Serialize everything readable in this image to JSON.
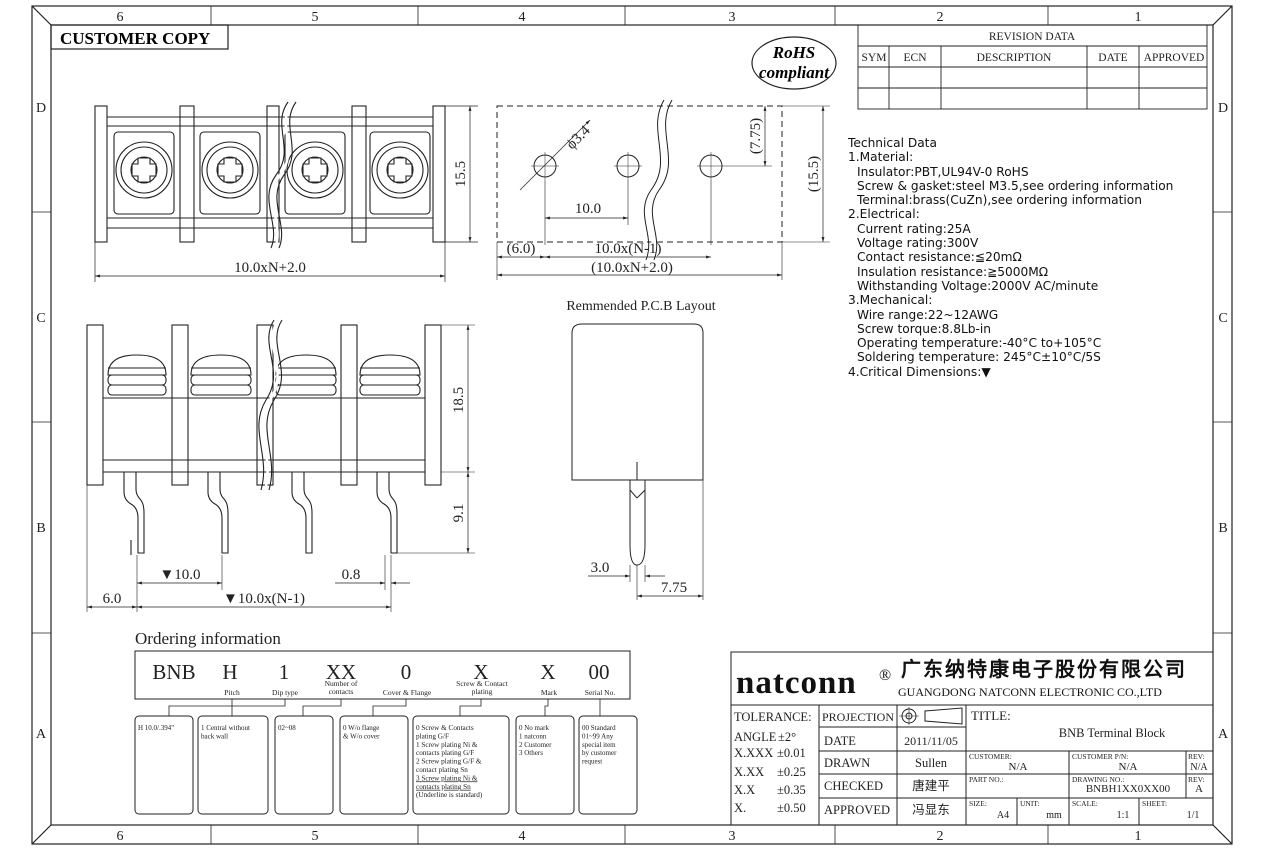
{
  "frame": {
    "zones_top": [
      "6",
      "5",
      "4",
      "3",
      "2",
      "1"
    ],
    "zones_bottom": [
      "6",
      "5",
      "4",
      "3",
      "2",
      "1"
    ],
    "zones_side": [
      "D",
      "C",
      "B",
      "A"
    ]
  },
  "header": {
    "customer_copy": "CUSTOMER COPY",
    "rohs_line1": "RoHS",
    "rohs_line2": "compliant"
  },
  "revision": {
    "title": "REVISION DATA",
    "columns": [
      "SYM",
      "ECN",
      "DESCRIPTION",
      "DATE",
      "APPROVED"
    ]
  },
  "top_view": {
    "dim_height": "15.5",
    "dim_width": "10.0xN+2.0"
  },
  "pcb_top": {
    "dim_hole": "ϕ3.4",
    "dim_pitch": "10.0",
    "dim_half": "(7.75)",
    "dim_height": "(15.5)",
    "dim_edge": "(6.0)",
    "dim_span": "10.0x(N-1)",
    "dim_total": "(10.0xN+2.0)"
  },
  "pcb_layout": {
    "title": "Remmended P.C.B Layout",
    "dim_pin": "3.0",
    "dim_offset": "7.75"
  },
  "front_view": {
    "dim_height": "18.5",
    "dim_pin_len": "9.1",
    "dim_pitch": "▼10.0",
    "dim_pin_w": "0.8",
    "dim_edge": "6.0",
    "dim_span": "▼10.0x(N-1)"
  },
  "technical": {
    "lines": [
      {
        "text": "Technical Data",
        "indent": false
      },
      {
        "text": "1.Material:",
        "indent": false
      },
      {
        "text": "Insulator:PBT,UL94V-0 RoHS",
        "indent": true
      },
      {
        "text": "Screw & gasket:steel M3.5,see ordering information",
        "indent": true
      },
      {
        "text": "Terminal:brass(CuZn),see ordering information",
        "indent": true
      },
      {
        "text": "2.Electrical:",
        "indent": false
      },
      {
        "text": "Current rating:25A",
        "indent": true
      },
      {
        "text": "Voltage rating:300V",
        "indent": true
      },
      {
        "text": "Contact resistance:≦20mΩ",
        "indent": true
      },
      {
        "text": "Insulation resistance:≧5000MΩ",
        "indent": true
      },
      {
        "text": "Withstanding Voltage:2000V AC/minute",
        "indent": true
      },
      {
        "text": "3.Mechanical:",
        "indent": false
      },
      {
        "text": "Wire range:22~12AWG",
        "indent": true
      },
      {
        "text": "Screw torque:8.8Lb-in",
        "indent": true
      },
      {
        "text": "Operating temperature:-40°C to+105°C",
        "indent": true
      },
      {
        "text": "Soldering temperature: 245°C±10°C/5S",
        "indent": true
      },
      {
        "text": "4.Critical Dimensions:▼",
        "indent": false
      }
    ]
  },
  "ordering": {
    "title": "Ordering information",
    "codes": [
      {
        "code": "BNB",
        "label": ""
      },
      {
        "code": "H",
        "label": "Pitch"
      },
      {
        "code": "1",
        "label": "Dip type"
      },
      {
        "code": "XX",
        "label": "Number of contacts"
      },
      {
        "code": "0",
        "label": "Cover & Flange"
      },
      {
        "code": "X",
        "label": "Screw & Contact plating"
      },
      {
        "code": "X",
        "label": "Mark"
      },
      {
        "code": "00",
        "label": "Serial No."
      }
    ],
    "boxes": [
      [
        "H 10.0/.394\""
      ],
      [
        "1 Central without",
        "back wall"
      ],
      [
        "02~08"
      ],
      [
        "0 W/o flange",
        "& W/o cover"
      ],
      [
        "0 Screw & Contacts",
        "  plating G/F",
        "1 Screw plating Ni &",
        "  contacts plating G/F",
        "2 Screw plating G/F &",
        "  contact plating Sn",
        "3 Screw plating Ni &",
        "  contacts plating Sn",
        "(Underline is standard)"
      ],
      [
        "0 No mark",
        "1 natconn",
        "2 Customer",
        "3 Others"
      ],
      [
        "00 Standard",
        "01~99 Any",
        "special item",
        "by customer",
        "request"
      ]
    ]
  },
  "title_block": {
    "logo": "natconn",
    "reg": "®",
    "company_cn": "广东纳特康电子股份有限公司",
    "company_en": "GUANGDONG NATCONN ELECTRONIC CO.,LTD",
    "tolerance_label": "TOLERANCE:",
    "tolerances": [
      {
        "k": "ANGLE",
        "v": "±2°"
      },
      {
        "k": "X.XXX",
        "v": "±0.01"
      },
      {
        "k": "X.XX",
        "v": "±0.25"
      },
      {
        "k": "X.X",
        "v": "±0.35"
      },
      {
        "k": "X.",
        "v": "±0.50"
      }
    ],
    "projection": "PROJECTION",
    "date_label": "DATE",
    "date": "2011/11/05",
    "drawn_label": "DRAWN",
    "drawn": "Sullen",
    "checked_label": "CHECKED",
    "checked": "唐建平",
    "approved_label": "APPROVED",
    "approved": "冯显东",
    "title_label": "TITLE:",
    "title": "BNB Terminal Block",
    "customer_label": "CUSTOMER:",
    "customer": "N/A",
    "customer_pn_label": "CUSTOMER P/N:",
    "customer_pn": "N/A",
    "rev_label": "REV:",
    "rev1": "N/A",
    "rev2": "A",
    "partno_label": "PART NO.:",
    "drawing_no_label": "DRAWING NO.:",
    "drawing_no": "BNBH1XX0XX00",
    "size_label": "SIZE:",
    "size": "A4",
    "unit_label": "UNIT:",
    "unit": "mm",
    "scale_label": "SCALE:",
    "scale": "1:1",
    "sheet_label": "SHEET:",
    "sheet": "1/1"
  }
}
